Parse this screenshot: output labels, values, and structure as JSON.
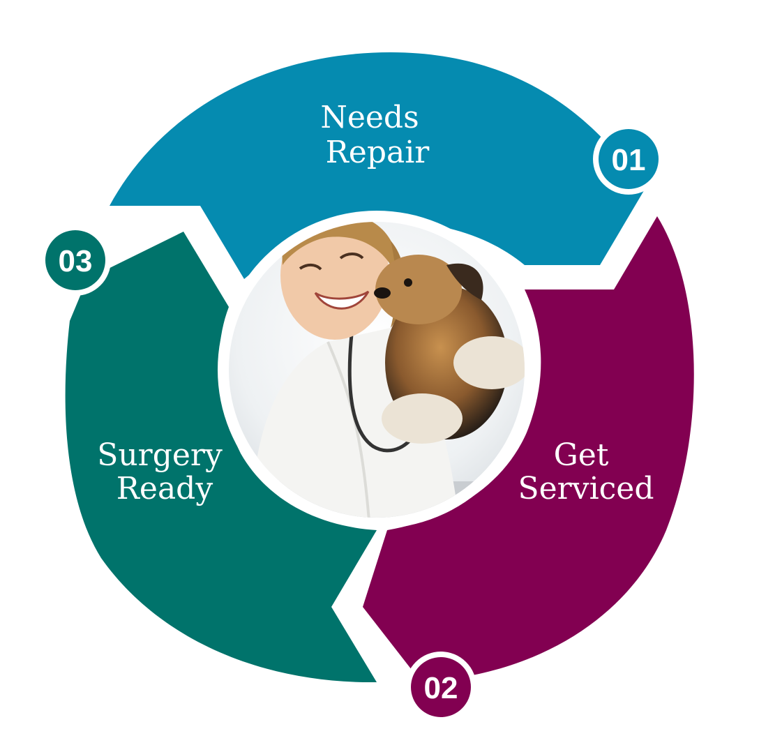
{
  "colors": {
    "background": "#ffffff",
    "step_1": "#058BB0",
    "step_2": "#820051",
    "step_3": "#00736B"
  },
  "steps": [
    {
      "number": "01",
      "line1": "Needs",
      "line2": "Repair"
    },
    {
      "number": "02",
      "line1": "Get",
      "line2": "Serviced"
    },
    {
      "number": "03",
      "line1": "Surgery",
      "line2": "Ready"
    }
  ],
  "center_photo": {
    "subject": "smiling veterinarian in white coat with stethoscope holding a small terrier puppy"
  }
}
